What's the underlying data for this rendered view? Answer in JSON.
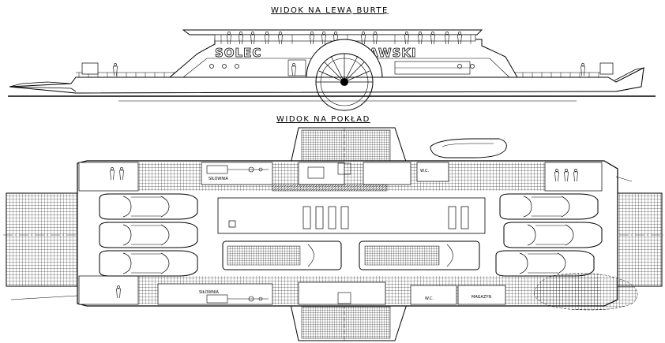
{
  "titles": {
    "side_view": "WIDOK NA LEWĄ BURTĘ",
    "deck_view": "WIDOK NA POKŁAD"
  },
  "side": {
    "name_left": "SOLEC",
    "name_right": "KUJAWSKI"
  },
  "deck": {
    "rooms": {
      "engine_top": "SIŁOWNIA",
      "engine_bottom": "SIŁOWNIA",
      "wc_top": "W.C.",
      "wc_bottom": "W.C.",
      "storage": "MAGAZYN"
    }
  }
}
